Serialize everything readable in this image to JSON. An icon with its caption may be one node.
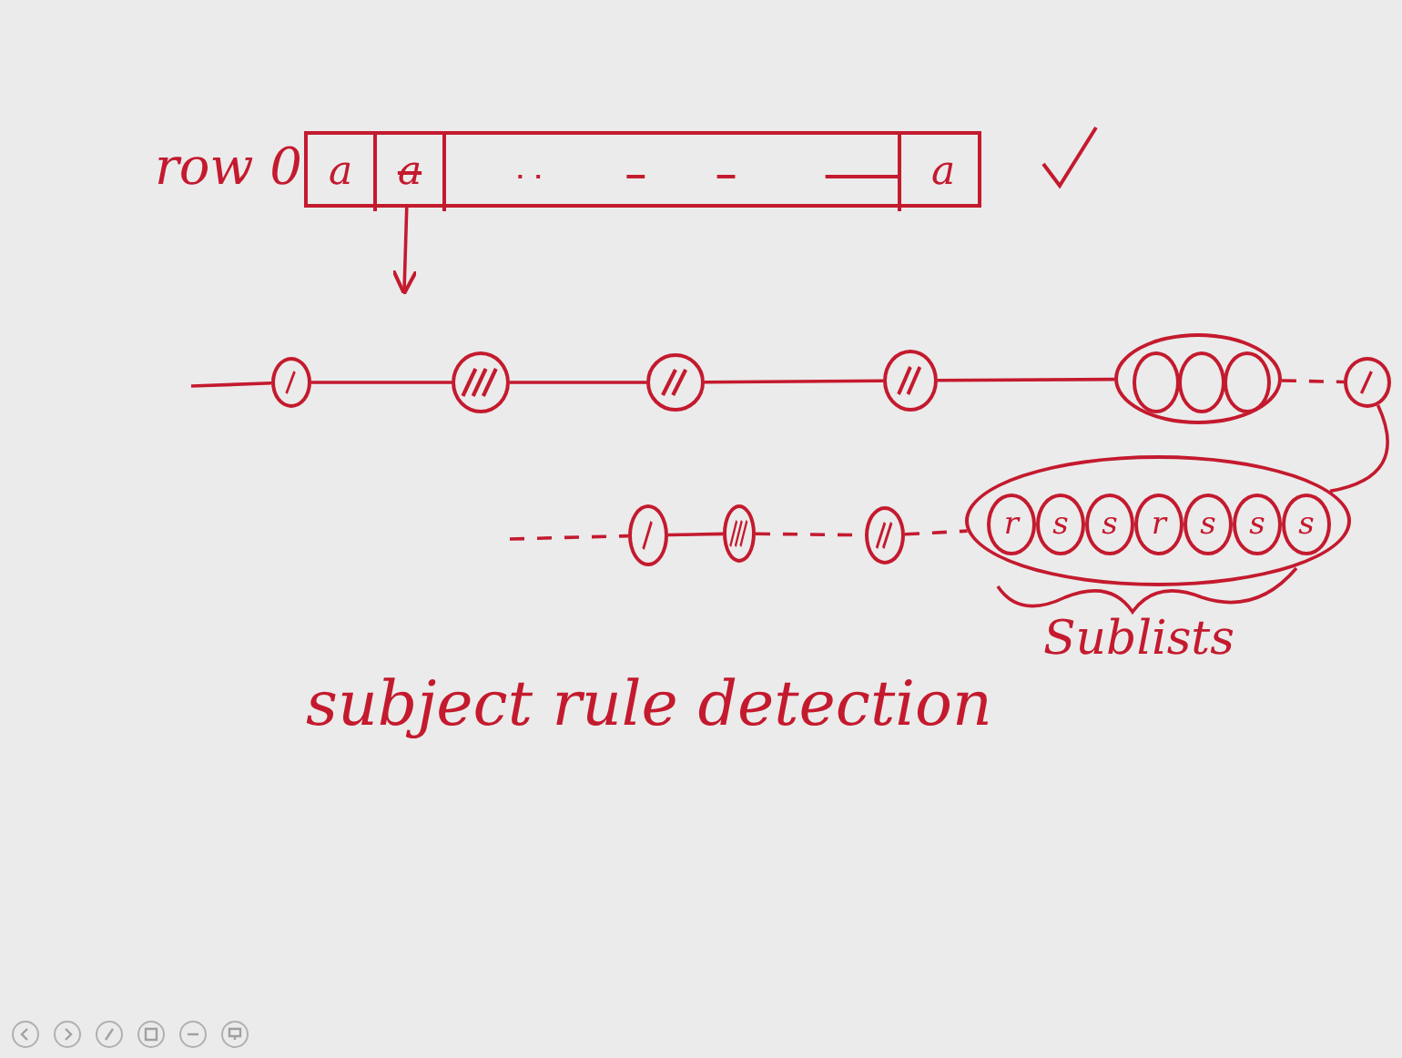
{
  "diagram": {
    "nodes": [
      {
        "text": [],
        "shape": "box"
      },
      {
        "text": [
          "a"
        ],
        "in": 0
      },
      {
        "text": [
          "a"
        ],
        "in": 0
      },
      {
        "text": [],
        "shape": "box",
        "in": 0
      },
      {
        "text": [
          "a"
        ],
        "in": 0
      },
      {
        "text": [],
        "shape": "circle"
      },
      {
        "text": [],
        "shape": "circle"
      },
      {
        "text": [],
        "shape": "circle"
      },
      {
        "text": [],
        "shape": "circle"
      },
      {
        "text": [],
        "shape": "circle"
      },
      {
        "text": [],
        "shape": "circle",
        "in": 9
      },
      {
        "text": [],
        "shape": "circle",
        "in": 9
      },
      {
        "text": [],
        "shape": "circle",
        "in": 9
      },
      {
        "text": [],
        "shape": "circle"
      },
      {
        "text": [],
        "shape": "circle"
      },
      {
        "text": [],
        "shape": "circle"
      },
      {
        "text": [],
        "shape": "circle"
      },
      {
        "text": [],
        "shape": "circle"
      },
      {
        "text": [
          "r"
        ],
        "in": 17
      },
      {
        "text": [
          "s"
        ],
        "in": 17
      },
      {
        "text": [
          "s"
        ],
        "in": 17
      },
      {
        "text": [
          "r"
        ],
        "in": 17
      },
      {
        "text": [
          "s"
        ],
        "in": 17
      },
      {
        "text": [
          "s"
        ],
        "in": 17
      },
      {
        "text": [
          "s"
        ],
        "in": 17
      }
    ],
    "edges": [
      {
        "from": 2,
        "to": null,
        "arrow": "to"
      },
      {
        "from": null,
        "to": 5,
        "arrow": "none"
      },
      {
        "from": 5,
        "to": 6,
        "arrow": "none"
      },
      {
        "from": 6,
        "to": 7,
        "arrow": "none"
      },
      {
        "from": 7,
        "to": 8,
        "arrow": "none"
      },
      {
        "from": 8,
        "to": 9,
        "arrow": "none"
      },
      {
        "from": 9,
        "to": 13,
        "arrow": "none",
        "style": "dashed"
      },
      {
        "from": 13,
        "to": 17,
        "arrow": "none"
      },
      {
        "from": null,
        "to": 14,
        "arrow": "none",
        "style": "dashed"
      },
      {
        "from": 14,
        "to": 15,
        "arrow": "none"
      },
      {
        "from": 15,
        "to": 16,
        "arrow": "none",
        "style": "dashed"
      },
      {
        "from": 16,
        "to": 17,
        "arrow": "none",
        "style": "dashed"
      }
    ],
    "labels": [
      "row 0",
      "Sublists",
      "subject rule detection"
    ]
  }
}
